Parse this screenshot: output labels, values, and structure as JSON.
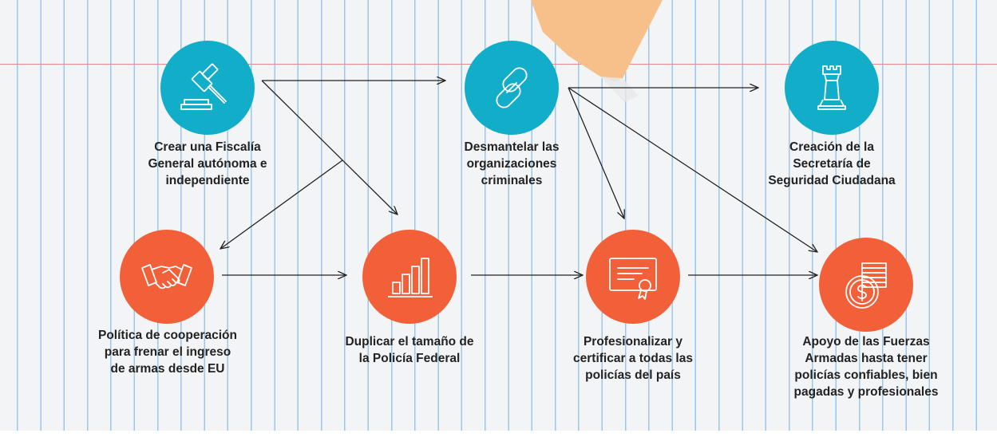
{
  "nodes": [
    {
      "id": "fiscalia",
      "icon": "gavel-icon",
      "color": "#12adc8",
      "lines": [
        "Crear una Fiscalía",
        "General autónoma e",
        "independiente"
      ]
    },
    {
      "id": "desmantelar",
      "icon": "chain-link-icon",
      "color": "#12adc8",
      "lines": [
        "Desmantelar las",
        "organizaciones",
        "criminales"
      ]
    },
    {
      "id": "secretaria",
      "icon": "chess-rook-icon",
      "color": "#12adc8",
      "lines": [
        "Creación de la",
        "Secretaría de",
        "Seguridad Ciudadana"
      ]
    },
    {
      "id": "cooperacion",
      "icon": "handshake-icon",
      "color": "#f2603a",
      "lines": [
        "Política de cooperación",
        "para frenar el ingreso",
        "de armas desde EU"
      ]
    },
    {
      "id": "duplicar",
      "icon": "bar-chart-icon",
      "color": "#f2603a",
      "lines": [
        "Duplicar el tamaño de",
        "la Policía Federal"
      ]
    },
    {
      "id": "profesionalizar",
      "icon": "certificate-icon",
      "color": "#f2603a",
      "lines": [
        "Profesionalizar y",
        "certificar a todas las",
        "policías del país"
      ]
    },
    {
      "id": "fuerzas",
      "icon": "coins-dollar-icon",
      "color": "#f2603a",
      "lines": [
        "Apoyo de las Fuerzas",
        "Armadas hasta tener",
        "policías confiables, bien",
        "pagadas y profesionales"
      ]
    }
  ],
  "edges": [
    {
      "from": "fiscalia",
      "to": "desmantelar"
    },
    {
      "from": "fiscalia",
      "to": "duplicar"
    },
    {
      "from": "fiscalia",
      "to": "cooperacion"
    },
    {
      "from": "desmantelar",
      "to": "secretaria"
    },
    {
      "from": "desmantelar",
      "to": "profesionalizar"
    },
    {
      "from": "desmantelar",
      "to": "fuerzas"
    },
    {
      "from": "cooperacion",
      "to": "duplicar"
    },
    {
      "from": "duplicar",
      "to": "profesionalizar"
    },
    {
      "from": "profesionalizar",
      "to": "fuerzas"
    }
  ]
}
